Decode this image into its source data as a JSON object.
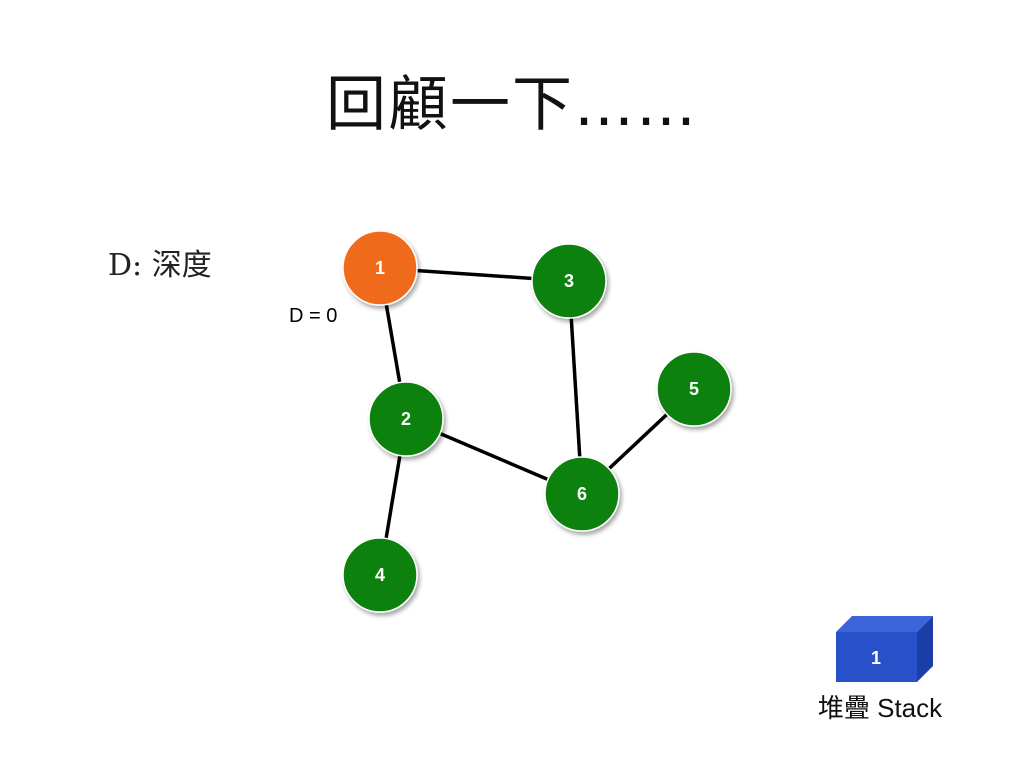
{
  "title": "回顧一下……",
  "legend": "D: 深度",
  "depth_label": "D = 0",
  "colors": {
    "current_node": "#f06b1a",
    "node": "#118111",
    "edge": "#000000",
    "stack_block": "#2850c8"
  },
  "graph": {
    "nodes": [
      {
        "id": "1",
        "label": "1",
        "state": "current"
      },
      {
        "id": "2",
        "label": "2",
        "state": "unvisited"
      },
      {
        "id": "3",
        "label": "3",
        "state": "unvisited"
      },
      {
        "id": "4",
        "label": "4",
        "state": "unvisited"
      },
      {
        "id": "5",
        "label": "5",
        "state": "unvisited"
      },
      {
        "id": "6",
        "label": "6",
        "state": "unvisited"
      }
    ],
    "edges": [
      [
        "1",
        "3"
      ],
      [
        "1",
        "2"
      ],
      [
        "3",
        "6"
      ],
      [
        "2",
        "6"
      ],
      [
        "2",
        "4"
      ],
      [
        "6",
        "5"
      ]
    ]
  },
  "stack": {
    "items": [
      "1"
    ],
    "caption": "堆疊 Stack"
  }
}
